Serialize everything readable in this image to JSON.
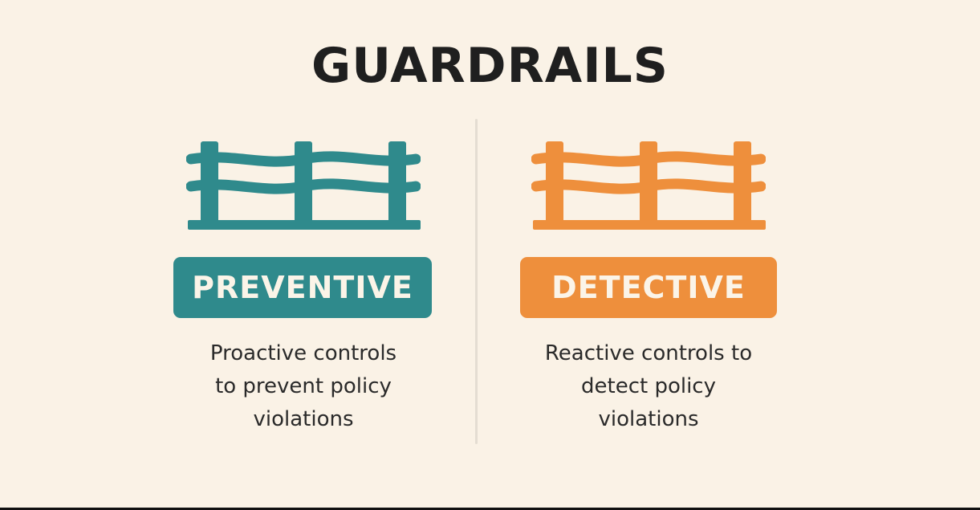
{
  "title": "GUARDRAILS",
  "colors": {
    "preventive": "#2f8a8c",
    "detective": "#ee8f3c",
    "background": "#faf2e6"
  },
  "panels": [
    {
      "icon": "fence-icon",
      "label": "PREVENTIVE",
      "description_lines": [
        "Proactive controls",
        "to prevent policy",
        "violations"
      ]
    },
    {
      "icon": "fence-icon",
      "label": "DETECTIVE",
      "description_lines": [
        "Reactive controls to",
        "detect policy",
        "violations"
      ]
    }
  ]
}
